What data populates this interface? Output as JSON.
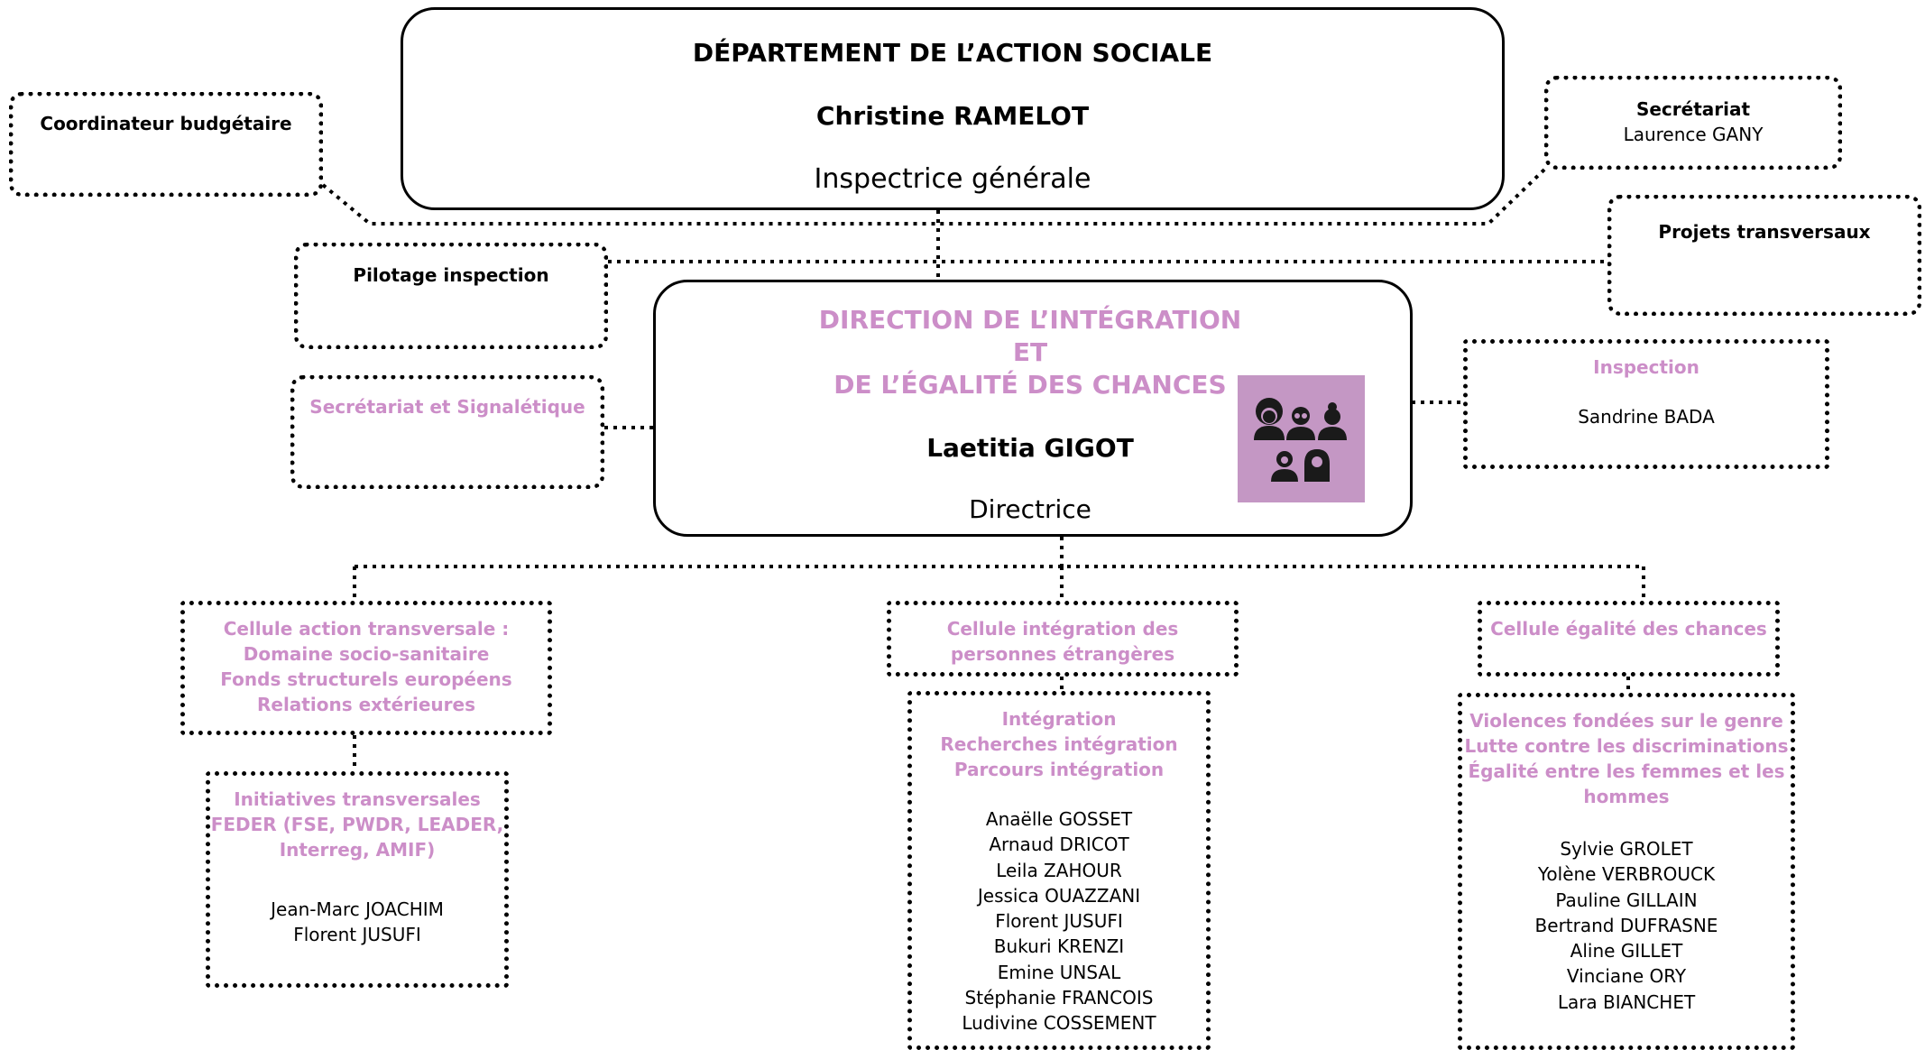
{
  "colors": {
    "accent": "#cc8ec8",
    "icon_bg": "#c497c4",
    "line": "#000000"
  },
  "department": {
    "title": "DÉPARTEMENT DE L’ACTION SOCIALE",
    "name": "Christine RAMELOT",
    "role": "Inspectrice générale"
  },
  "coordinator": {
    "label": "Coordinateur budgétaire"
  },
  "secretariat": {
    "label": "Secrétariat",
    "person": "Laurence GANY"
  },
  "projets": {
    "label": "Projets transversaux"
  },
  "pilotage": {
    "label": "Pilotage inspection"
  },
  "secretariat_signaletique": {
    "label": "Secrétariat et Signalétique"
  },
  "inspection": {
    "label": "Inspection",
    "person": "Sandrine BADA"
  },
  "direction": {
    "title_lines": [
      "DIRECTION DE L’INTÉGRATION",
      "ET",
      "DE L’ÉGALITÉ DES CHANCES"
    ],
    "name": "Laetitia GIGOT",
    "role": "Directrice",
    "icon": "people-group-icon"
  },
  "cellules": {
    "transversale": {
      "header_lines": [
        "Cellule action transversale :",
        "Domaine socio-sanitaire",
        "Fonds structurels européens",
        "Relations extérieures"
      ],
      "detail_lines": [
        "Initiatives transversales",
        "FEDER (FSE, PWDR, LEADER,",
        "Interreg,  AMIF)"
      ],
      "people": [
        "Jean-Marc JOACHIM",
        "Florent JUSUFI"
      ]
    },
    "integration": {
      "header_lines": [
        "Cellule intégration des",
        "personnes étrangères"
      ],
      "detail_lines": [
        "Intégration",
        "Recherches intégration",
        "Parcours intégration"
      ],
      "people": [
        "Anaëlle GOSSET",
        "Arnaud DRICOT",
        "Leila ZAHOUR",
        "Jessica OUAZZANI",
        "Florent JUSUFI",
        "Bukuri KRENZI",
        "Emine UNSAL",
        "Stéphanie FRANCOIS",
        "Ludivine COSSEMENT"
      ]
    },
    "egalite": {
      "header_lines": [
        "Cellule égalité des chances"
      ],
      "detail_lines": [
        "Violences fondées sur le genre",
        "Lutte contre les discriminations",
        "Égalité entre les femmes et les",
        "hommes"
      ],
      "people": [
        "Sylvie GROLET",
        "Yolène VERBROUCK",
        "Pauline GILLAIN",
        "Bertrand DUFRASNE",
        "Aline GILLET",
        "Vinciane ORY",
        "Lara BIANCHET"
      ]
    }
  }
}
